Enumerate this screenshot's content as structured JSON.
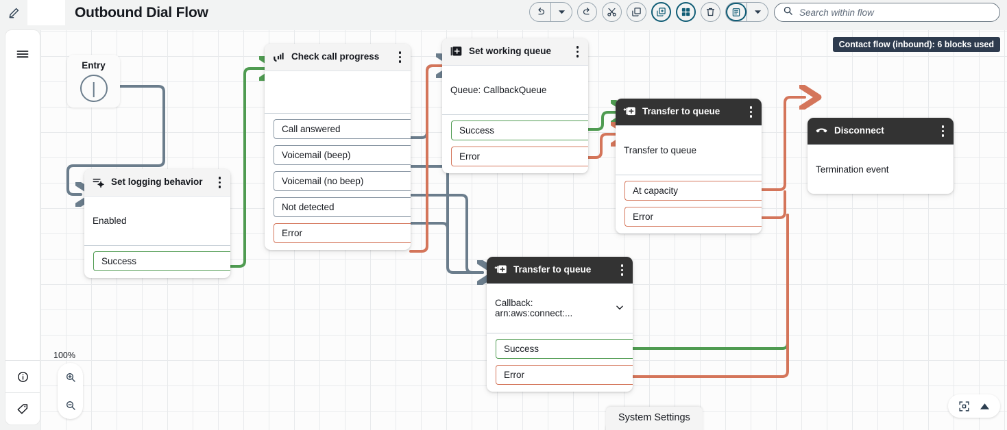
{
  "header": {
    "edit_icon": "pencil-icon",
    "title": "Outbound Dial Flow",
    "toolbar": [
      {
        "name": "undo-button",
        "icon": "undo-icon"
      },
      {
        "name": "undo-dropdown-button",
        "icon": "chevron-down-icon"
      },
      {
        "name": "redo-button",
        "icon": "redo-icon"
      },
      {
        "name": "cut-button",
        "icon": "scissors-icon"
      },
      {
        "name": "copy-button",
        "icon": "copy-icon"
      },
      {
        "name": "duplicate-button",
        "icon": "duplicate-add-icon"
      },
      {
        "name": "grid-layout-button",
        "icon": "grid-icon"
      },
      {
        "name": "delete-button",
        "icon": "trash-icon"
      },
      {
        "name": "notes-button",
        "icon": "document-icon"
      },
      {
        "name": "notes-dropdown-button",
        "icon": "chevron-down-icon"
      }
    ],
    "search": {
      "icon": "search-icon",
      "placeholder": "Search within flow",
      "value": ""
    }
  },
  "sidebar": {
    "top": [
      {
        "name": "menu-button",
        "icon": "hamburger-icon"
      }
    ],
    "bottom": [
      {
        "name": "info-button",
        "icon": "info-circle-icon"
      },
      {
        "name": "tags-button",
        "icon": "tag-icon"
      }
    ]
  },
  "canvas": {
    "badge": "Contact flow (inbound): 6 blocks used",
    "zoom_level": "100%",
    "zoom_in_icon": "zoom-in-icon",
    "zoom_out_icon": "zoom-out-icon",
    "fit_icon": "fit-to-screen-icon",
    "expand_icon": "triangle-up-icon",
    "system_settings_label": "System Settings"
  },
  "nodes": {
    "entry": {
      "label": "Entry"
    },
    "set_logging": {
      "title": "Set logging behavior",
      "icon": "logging-bug-icon",
      "body": "Enabled",
      "ports": [
        {
          "label": "Success",
          "type": "success"
        }
      ]
    },
    "check_call_progress": {
      "title": "Check call progress",
      "icon": "call-progress-icon",
      "body": "",
      "ports": [
        {
          "label": "Call answered",
          "type": "neutral"
        },
        {
          "label": "Voicemail (beep)",
          "type": "neutral"
        },
        {
          "label": "Voicemail (no beep)",
          "type": "neutral"
        },
        {
          "label": "Not detected",
          "type": "neutral"
        },
        {
          "label": "Error",
          "type": "error"
        }
      ]
    },
    "set_working_queue": {
      "title": "Set working queue",
      "icon": "queue-add-icon",
      "body": "Queue: CallbackQueue",
      "ports": [
        {
          "label": "Success",
          "type": "success"
        },
        {
          "label": "Error",
          "type": "error"
        }
      ]
    },
    "transfer_to_queue_top": {
      "title": "Transfer to queue",
      "icon": "transfer-queue-icon",
      "body": "Transfer to queue",
      "ports": [
        {
          "label": "At capacity",
          "type": "error"
        },
        {
          "label": "Error",
          "type": "error"
        }
      ]
    },
    "transfer_to_queue_bottom": {
      "title": "Transfer to queue",
      "icon": "transfer-queue-icon",
      "body": "Callback: arn:aws:connect:...",
      "body_caret": "chevron-down-icon",
      "ports": [
        {
          "label": "Success",
          "type": "success"
        },
        {
          "label": "Error",
          "type": "error"
        }
      ]
    },
    "disconnect": {
      "title": "Disconnect",
      "icon": "phone-hangup-icon",
      "body": "Termination event",
      "ports": []
    }
  },
  "colors": {
    "success": "#4f9b51",
    "error": "#d4755a",
    "neutral": "#6b7d8c",
    "badge_bg": "#2e3b4e",
    "accent": "#0f5c75",
    "node_dark": "#333333"
  }
}
